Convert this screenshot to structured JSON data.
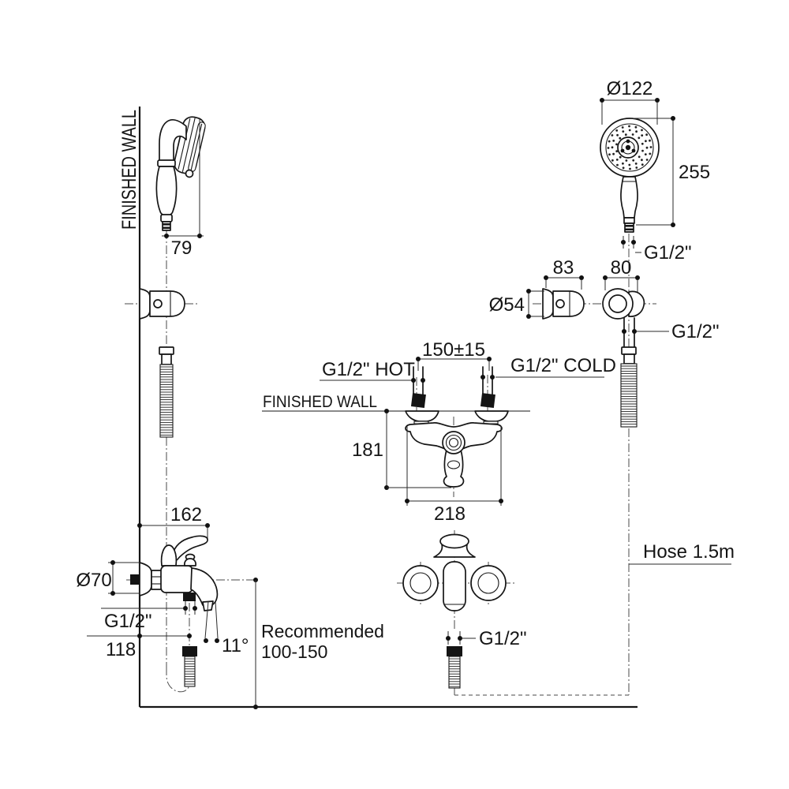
{
  "drawing": {
    "wall_label_side": "FINISHED WALL",
    "wall_label_front": "FINISHED WALL",
    "hose_note": "Hose 1.5m",
    "recommend_note_line1": "Recommended",
    "recommend_note_line2": "100-150",
    "hot_label": "G1/2\" HOT",
    "cold_label": "G1/2\" COLD"
  },
  "dims": {
    "grip_offset": "79",
    "head_diameter": "Ø122",
    "handshower_length": "255",
    "handshower_thread": "G1/2\"",
    "holder_depth": "83",
    "holder_width": "80",
    "holder_diameter": "Ø54",
    "holder_thread": "G1/2\"",
    "inlet_spacing": "150±15",
    "drop_height": "181",
    "body_width": "218",
    "outlet_thread": "G1/2\"",
    "spout_reach": "162",
    "flange_diameter": "Ø70",
    "spout_thread": "G1/2\"",
    "outlet_offset": "118",
    "spout_angle": "11°"
  }
}
